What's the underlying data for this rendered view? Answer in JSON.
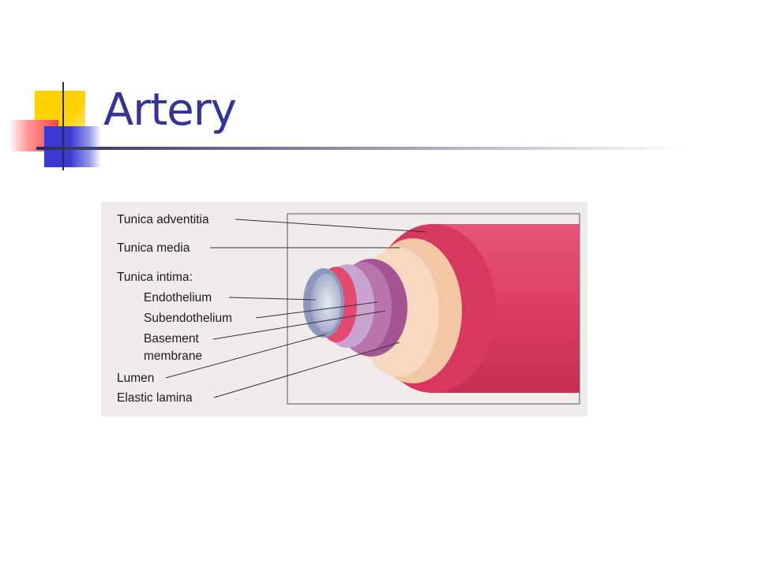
{
  "slide": {
    "title": "Artery",
    "accent_colors": {
      "yellow": "#ffd200",
      "red": "#f04545",
      "blue": "#3a3ad2",
      "title_text": "#33339a"
    }
  },
  "diagram": {
    "type": "labeled cross-section illustration",
    "labels": {
      "tunica_adventitia": "Tunica adventitia",
      "tunica_media": "Tunica media",
      "tunica_intima": "Tunica intima:",
      "endothelium": "Endothelium",
      "subendothelium": "Subendothelium",
      "basement_line1": "Basement",
      "basement_line2": "membrane",
      "lumen": "Lumen",
      "elastic_lamina": "Elastic lamina"
    },
    "layer_colors": {
      "adventitia": "#e0446a",
      "media": "#f2c4a4",
      "elastic": "#9a4a8c",
      "intima": "#c9b6d6",
      "endothelium": "#aab4d4"
    }
  }
}
